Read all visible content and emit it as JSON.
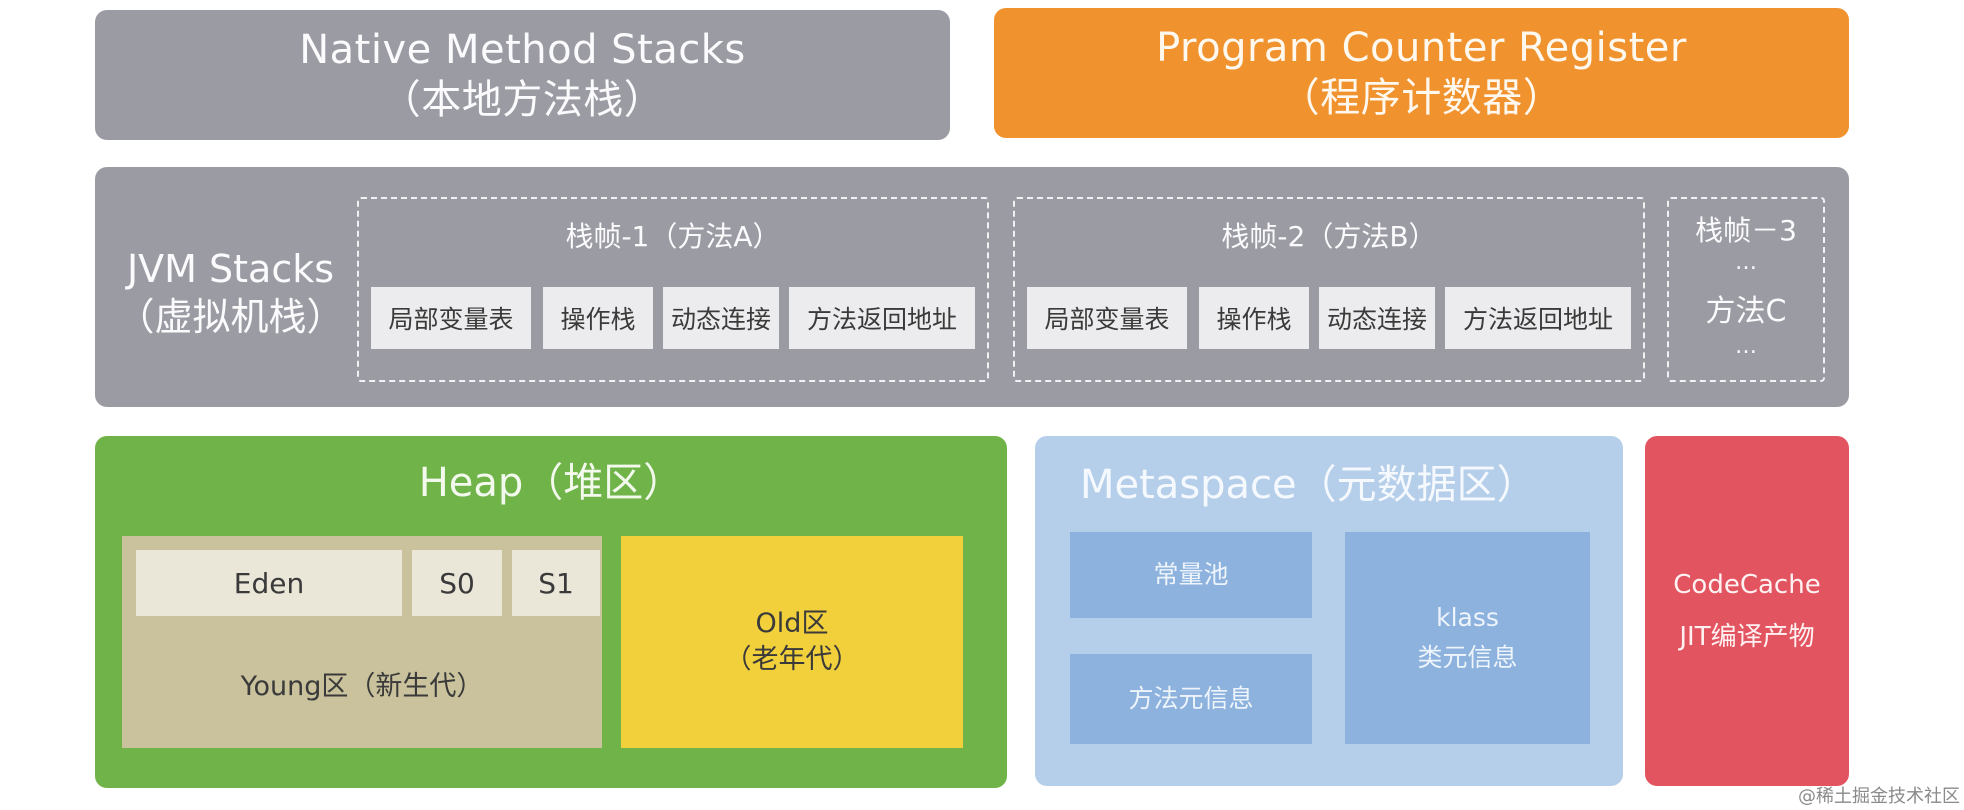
{
  "native_method_stacks": {
    "title": "Native Method Stacks",
    "subtitle": "（本地方法栈）"
  },
  "program_counter_register": {
    "title": "Program Counter Register",
    "subtitle": "（程序计数器）"
  },
  "jvm_stacks": {
    "title": "JVM Stacks",
    "subtitle": "（虚拟机栈）",
    "frames": [
      {
        "title": "栈帧-1（方法A）",
        "cells": [
          "局部变量表",
          "操作栈",
          "动态连接",
          "方法返回地址"
        ]
      },
      {
        "title": "栈帧-2（方法B）",
        "cells": [
          "局部变量表",
          "操作栈",
          "动态连接",
          "方法返回地址"
        ]
      },
      {
        "title": "栈帧－3",
        "ellipsis_top": "…",
        "method": "方法C",
        "ellipsis_bottom": "…"
      }
    ]
  },
  "heap": {
    "title": "Heap（堆区）",
    "young": {
      "eden": "Eden",
      "s0": "S0",
      "s1": "S1",
      "label": "Young区（新生代）"
    },
    "old": {
      "line1": "Old区",
      "line2": "（老年代）"
    }
  },
  "metaspace": {
    "title": "Metaspace（元数据区）",
    "constant_pool": "常量池",
    "method_meta": "方法元信息",
    "klass": "klass",
    "klass_meta": "类元信息"
  },
  "code_cache": {
    "title": "CodeCache",
    "subtitle": "JIT编译产物"
  },
  "watermark": "@稀土掘金技术社区",
  "colors": {
    "gray_block": "#9b9ba3",
    "orange_block": "#f0922e",
    "heap_green": "#6fb349",
    "young_khaki": "#c9c29c",
    "old_yellow": "#f1d03c",
    "metaspace_blue": "#b5cfea",
    "code_cache_red": "#e25560"
  }
}
